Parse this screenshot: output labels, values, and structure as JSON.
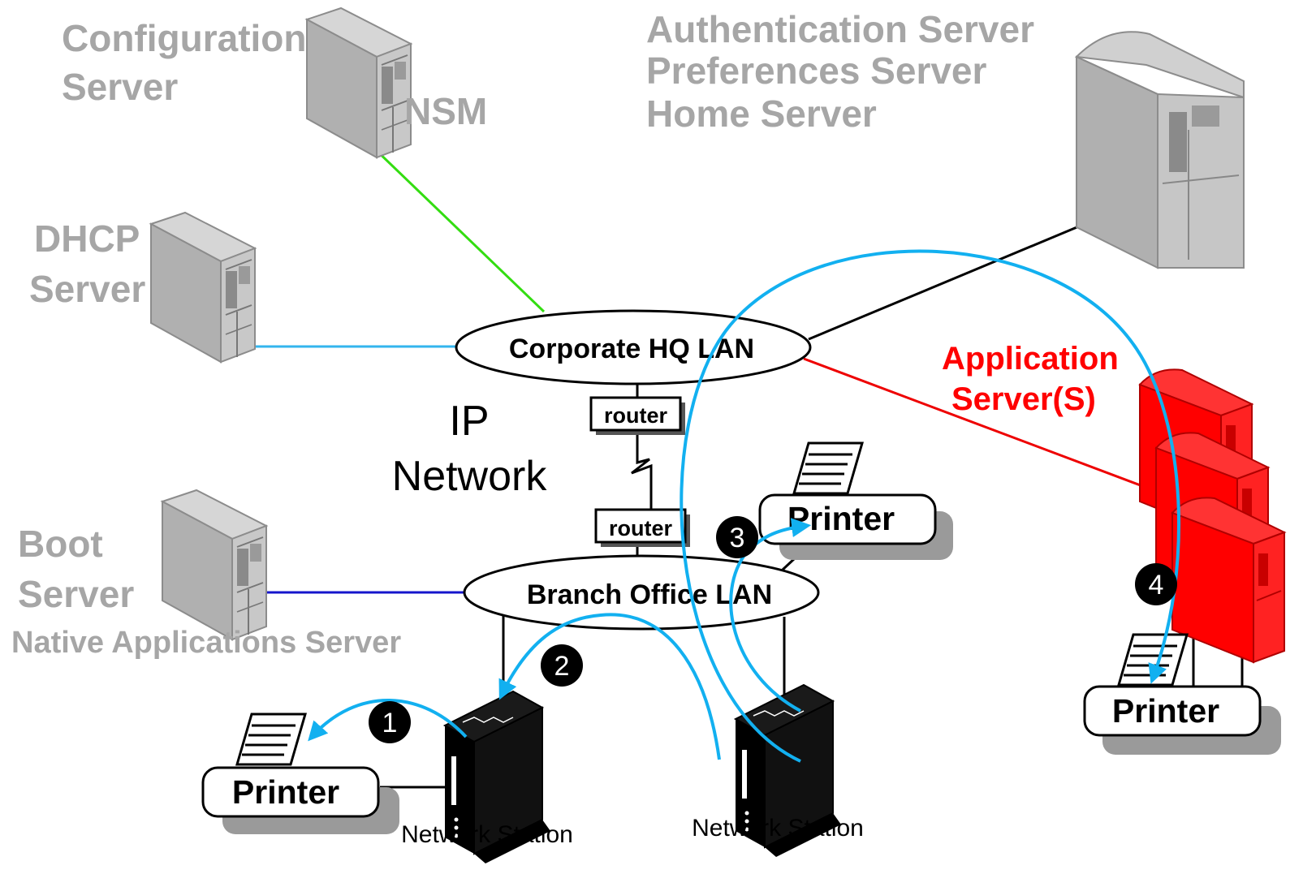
{
  "servers": {
    "configuration": [
      "Configuration",
      "Server"
    ],
    "nsm": "NSM",
    "hq_services": [
      "Authentication Server",
      "Preferences Server",
      "Home Server"
    ],
    "dhcp": [
      "DHCP",
      "Server"
    ],
    "boot": [
      "Boot",
      "Server"
    ],
    "native_apps": "Native Applications Server",
    "application": [
      "Application",
      "Server(S)"
    ]
  },
  "networks": {
    "corporate_lan": "Corporate HQ LAN",
    "branch_lan": "Branch Office LAN",
    "ip_network": [
      "IP",
      "Network"
    ],
    "router_top": "router",
    "router_bottom": "router"
  },
  "printers": {
    "left": "Printer",
    "middle": "Printer",
    "right": "Printer"
  },
  "stations": {
    "left": "Network Station",
    "right": "Network Station"
  },
  "steps": [
    "1",
    "2",
    "3",
    "4"
  ],
  "colors": {
    "gray_text": "#a6a6a6",
    "server_gray": "#b3b3b3",
    "app_server_red": "#ff0000",
    "flow_arrow": "#12b0f0",
    "nsm_link": "#33dd11",
    "dhcp_link": "#33b5ee",
    "boot_link": "#1515cc",
    "app_link": "#ee0000"
  }
}
